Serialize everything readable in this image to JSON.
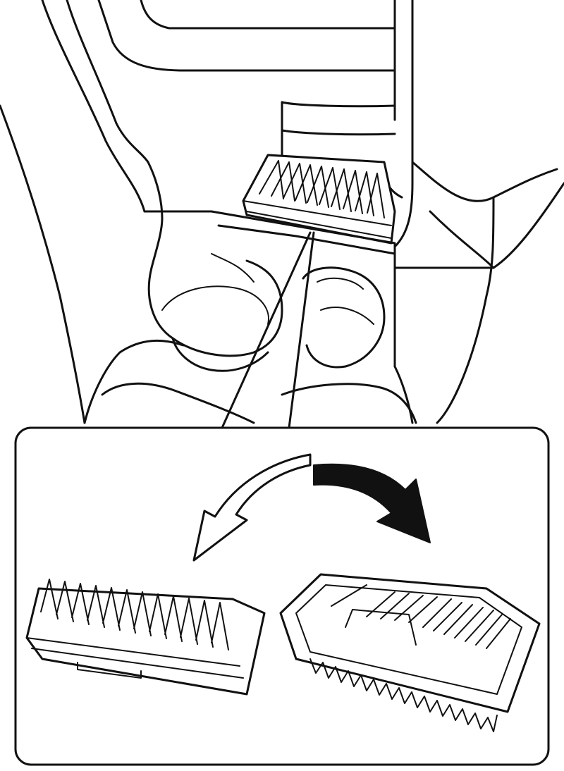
{
  "figure": {
    "description_visible_text": "",
    "colors": {
      "ink": "#111111",
      "paper": "#ffffff"
    },
    "parts": [
      "center-console",
      "cup-holders",
      "filter-tray-installed",
      "callout-box",
      "flip-arrow-outline",
      "flip-arrow-solid",
      "filter-top-view",
      "filter-bottom-view"
    ]
  }
}
